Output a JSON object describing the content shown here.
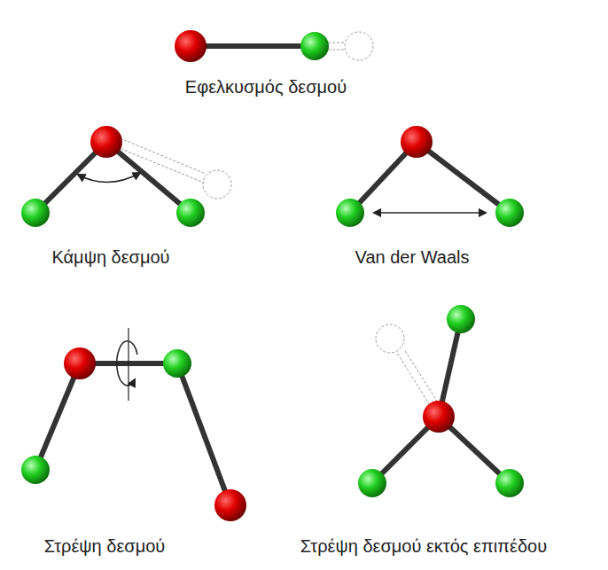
{
  "diagram": {
    "labels": [
      "Εφελκυσμός δεσμού",
      "Κάμψη δεσμού",
      "Van der Waals",
      "Στρέψη δεσμού",
      "Στρέψη δεσμού εκτός επιπέδου"
    ]
  }
}
